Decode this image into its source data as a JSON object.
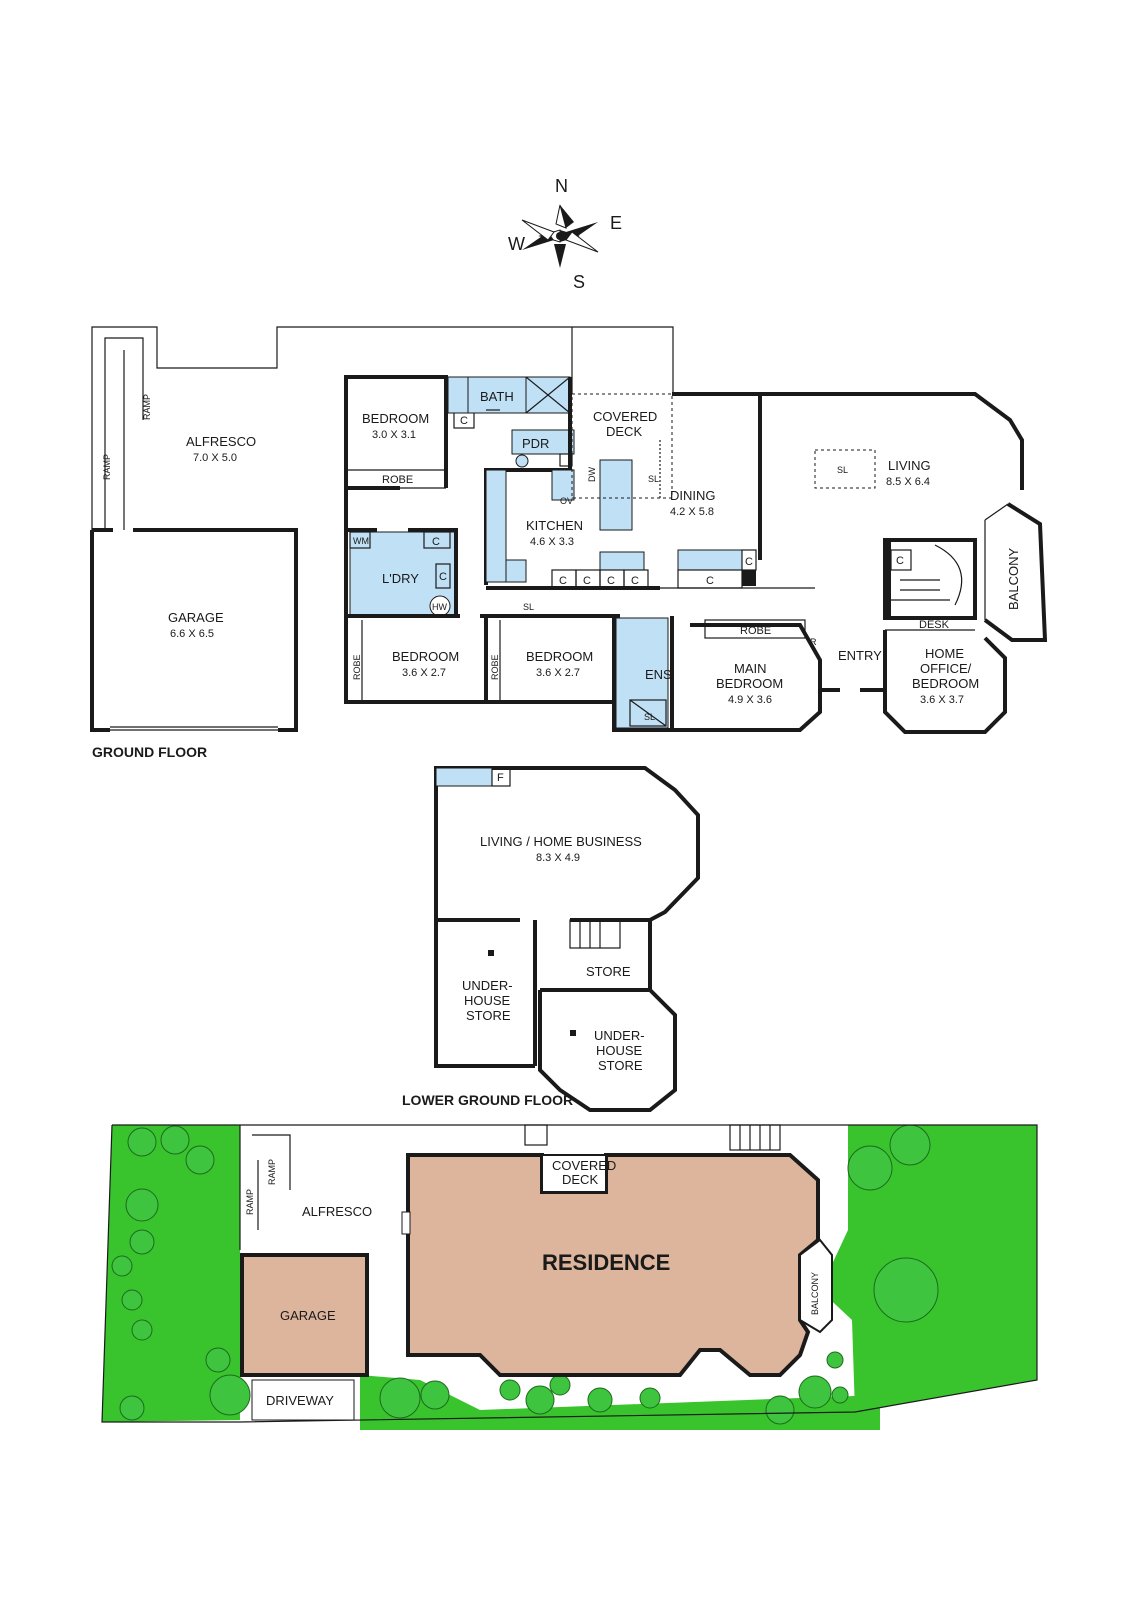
{
  "compass": {
    "n": "N",
    "e": "E",
    "s": "S",
    "w": "W"
  },
  "ground_floor": {
    "title": "GROUND FLOOR",
    "alfresco": {
      "name": "ALFRESCO",
      "dim": "7.0 X 5.0"
    },
    "ramp": "RAMP",
    "garage": {
      "name": "GARAGE",
      "dim": "6.6 X 6.5"
    },
    "bedroom1": {
      "name": "BEDROOM",
      "dim": "3.0 X 3.1"
    },
    "robe": "ROBE",
    "bath": "BATH",
    "pdr": "PDR",
    "covered_deck": {
      "line1": "COVERED",
      "line2": "DECK"
    },
    "kitchen": {
      "name": "KITCHEN",
      "dim": "4.6 X 3.3"
    },
    "dining": {
      "name": "DINING",
      "dim": "4.2 X 5.8"
    },
    "living": {
      "name": "LIVING",
      "dim": "8.5 X 6.4"
    },
    "laundry": "L'DRY",
    "bedroom2": {
      "name": "BEDROOM",
      "dim": "3.6 X 2.7"
    },
    "bedroom3": {
      "name": "BEDROOM",
      "dim": "3.6 X 2.7"
    },
    "ens": "ENS",
    "main_bedroom": {
      "line1": "MAIN",
      "line2": "BEDROOM",
      "dim": "4.9 X 3.6"
    },
    "entry": "ENTRY",
    "home_office": {
      "line1": "HOME",
      "line2": "OFFICE/",
      "line3": "BEDROOM",
      "dim": "3.6 X 3.7"
    },
    "desk": "DESK",
    "balcony": "BALCONY",
    "abbr": {
      "c": "C",
      "sl": "SL",
      "wm": "WM",
      "hw": "HW",
      "dw": "DW",
      "ov": "OV",
      "r": "R",
      "f": "F"
    }
  },
  "lower_ground_floor": {
    "title": "LOWER GROUND FLOOR",
    "living": {
      "name": "LIVING / HOME BUSINESS",
      "dim": "8.3 X 4.9"
    },
    "store": "STORE",
    "underhouse1": {
      "line1": "UNDER-",
      "line2": "HOUSE",
      "line3": "STORE"
    },
    "underhouse2": {
      "line1": "UNDER-",
      "line2": "HOUSE",
      "line3": "STORE"
    }
  },
  "site": {
    "residence": "RESIDENCE",
    "covered_deck": {
      "line1": "COVERED",
      "line2": "DECK"
    },
    "alfresco": "ALFRESCO",
    "ramp": "RAMP",
    "garage": "GARAGE",
    "driveway": "DRIVEWAY",
    "balcony": "BALCONY",
    "colors": {
      "residence": "#dcb59c",
      "garage": "#dcb59c",
      "lawn": "#39c42e",
      "wet_areas": "#bfe0f5"
    }
  }
}
